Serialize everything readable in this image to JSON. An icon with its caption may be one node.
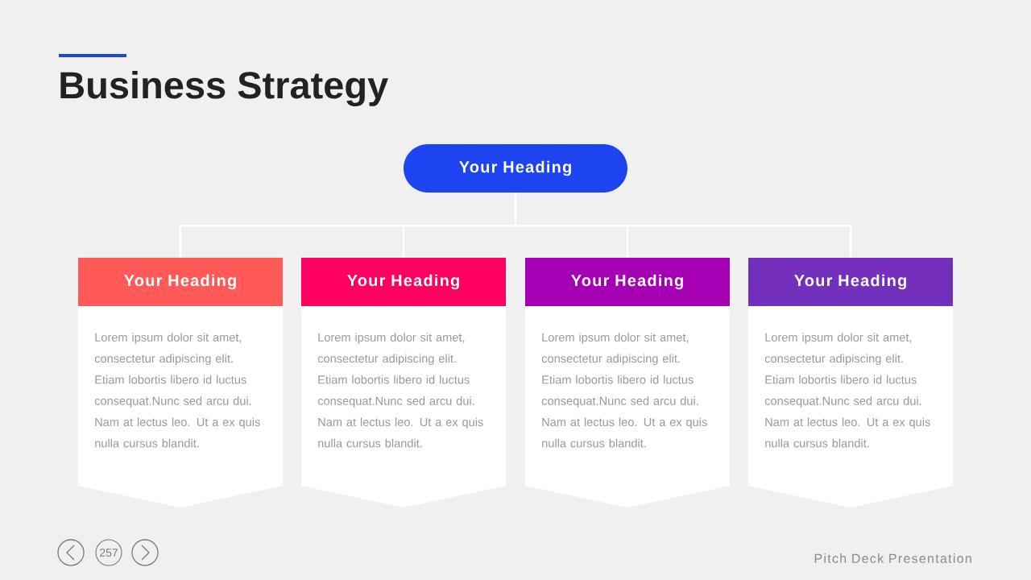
{
  "diagram": {
    "title": "Business Strategy",
    "nodes": [
      {
        "text": [
          "Your Heading"
        ]
      },
      {
        "text": [
          "Your Heading",
          "Lorem ipsum dolor sit amet, consectetur adipiscing elit. Etiam lobortis libero id luctus consequat.Nunc sed arcu dui. Nam at lectus leo. Ut a ex quis nulla cursus blandit."
        ]
      },
      {
        "text": [
          "Your Heading",
          "Lorem ipsum dolor sit amet, consectetur adipiscing elit. Etiam lobortis libero id luctus consequat.Nunc sed arcu dui. Nam at lectus leo. Ut a ex quis nulla cursus blandit."
        ]
      },
      {
        "text": [
          "Your Heading",
          "Lorem ipsum dolor sit amet, consectetur adipiscing elit. Etiam lobortis libero id luctus consequat.Nunc sed arcu dui. Nam at lectus leo. Ut a ex quis nulla cursus blandit."
        ]
      },
      {
        "text": [
          "Your Heading",
          "Lorem ipsum dolor sit amet, consectetur adipiscing elit. Etiam lobortis libero id luctus consequat.Nunc sed arcu dui. Nam at lectus leo. Ut a ex quis nulla cursus blandit."
        ]
      }
    ],
    "edges": [
      {
        "from": 0,
        "to": 1,
        "arrow": "none"
      },
      {
        "from": 0,
        "to": 2,
        "arrow": "none"
      },
      {
        "from": 0,
        "to": 3,
        "arrow": "none"
      },
      {
        "from": 0,
        "to": 4,
        "arrow": "none"
      }
    ],
    "labels": [
      "257",
      "Pitch Deck Presentation"
    ]
  }
}
